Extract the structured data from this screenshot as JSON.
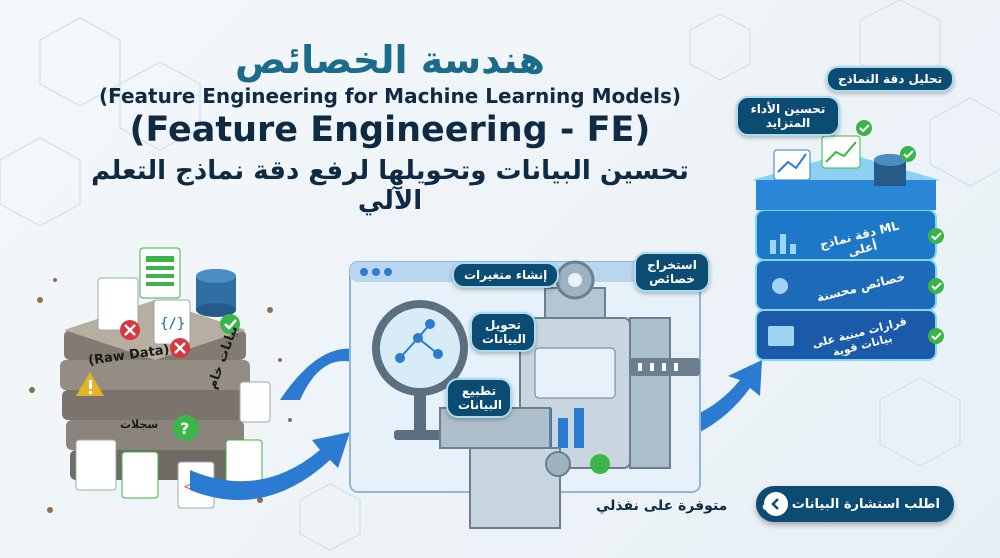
{
  "header": {
    "title_ar": "هندسة الخصائص",
    "title_en_small": "(Feature Engineering for Machine Learning Models)",
    "title_en_big": "(Feature Engineering - FE)",
    "subtitle_ar": "تحسين البيانات وتحويلها لرفع دقة نماذج التعلم الآلي"
  },
  "raw_stack": {
    "label_en": "(Raw Data)",
    "label_ar": "بيانات خام",
    "records_label": "سجلات"
  },
  "pipeline": {
    "create_features": "إنشاء متغيرات",
    "extract_features": "استخراج خصائص",
    "transform_data": "تحويل البيانات",
    "normalize_data": "تطبيع البيانات"
  },
  "model_stack": {
    "analyze_accuracy": "تحليل دقة النماذج",
    "improve_performance": "تحسين الأداء المتزايد",
    "layers": [
      "دقة نماذج ML أعلى",
      "خصائص محسنة",
      "قرارات مبنية على بيانات قوية"
    ]
  },
  "footer": {
    "availability": "متوفرة على نفذلي",
    "cta_label": "اطلب استشارة البيانات الآن"
  },
  "colors": {
    "primary_dark": "#0d4c72",
    "accent_teal": "#1b6b8a",
    "success_green": "#3bb54a",
    "error_red": "#d9363e"
  }
}
